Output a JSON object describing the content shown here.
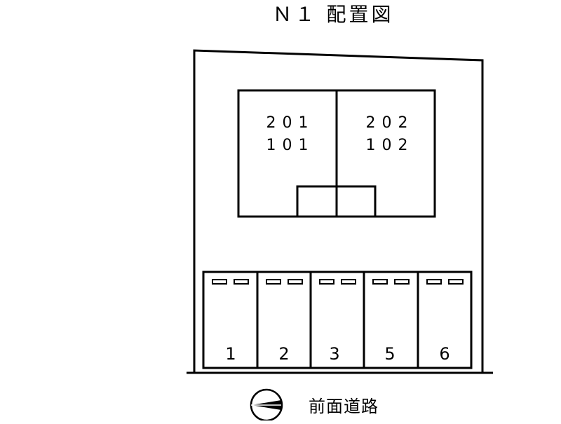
{
  "title": "Ｎ１ 配置図",
  "building": {
    "units": [
      {
        "upper": "201",
        "lower": "101"
      },
      {
        "upper": "202",
        "lower": "102"
      }
    ]
  },
  "parking": {
    "stalls": [
      "1",
      "2",
      "3",
      "5",
      "6"
    ]
  },
  "road_label": "前面道路",
  "colors": {
    "line": "#000000",
    "background": "#ffffff"
  },
  "icons": {
    "north_arrow": "north-arrow-icon"
  }
}
